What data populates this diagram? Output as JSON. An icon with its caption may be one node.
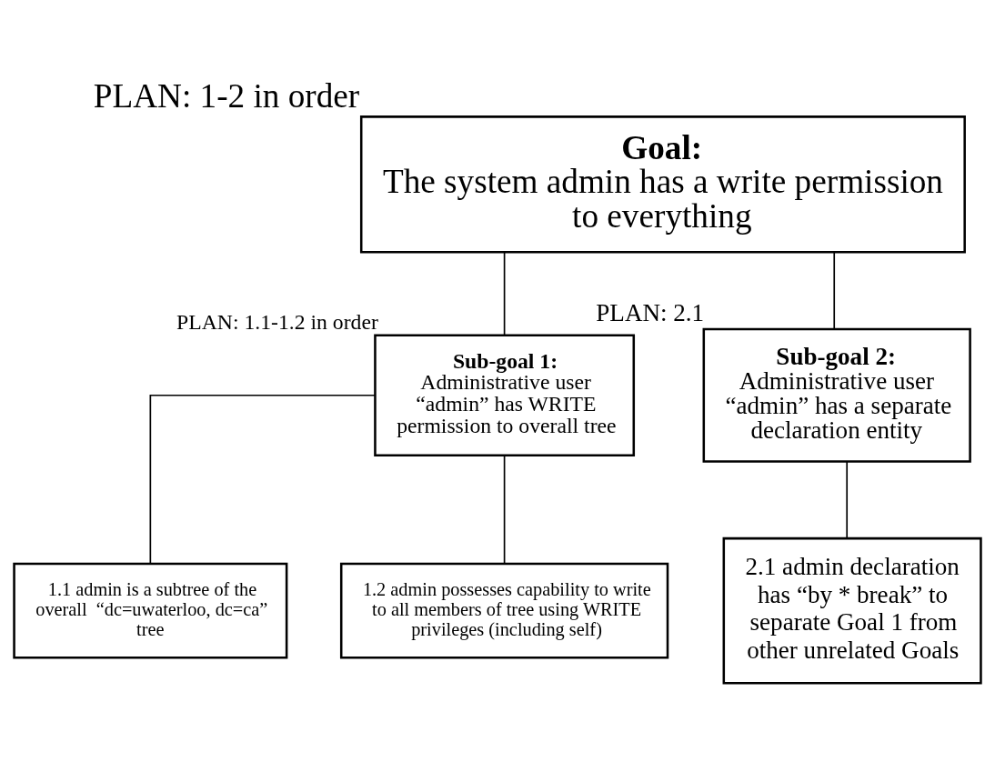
{
  "diagram": {
    "nodes": [
      {
        "text": [
          "Goal:",
          "The system admin has a write permission to everything"
        ],
        "beside": [
          "PLAN: 1-2 in order"
        ]
      },
      {
        "text": [
          "Sub-goal 1:",
          "Administrative user “admin” has WRITE permission to overall tree"
        ],
        "beside": [
          "PLAN: 1.1-1.2 in order"
        ]
      },
      {
        "text": [
          "Sub-goal 2:",
          "Administrative user “admin” has a separate declaration entity"
        ],
        "beside": [
          "PLAN: 2.1"
        ]
      },
      {
        "text": [
          "1.1 admin is a subtree of the overall  “dc=uwaterloo, dc=ca” tree"
        ]
      },
      {
        "text": [
          "1.2 admin possesses capability to write to all members of tree using WRITE privileges (including self)"
        ]
      },
      {
        "text": [
          "2.1 admin declaration has “by * break” to separate Goal 1 from other unrelated Goals"
        ]
      }
    ],
    "edges": [
      {
        "from": 0,
        "to": 1,
        "arrow": "none"
      },
      {
        "from": 0,
        "to": 2,
        "arrow": "none"
      },
      {
        "from": 1,
        "to": 3,
        "arrow": "none"
      },
      {
        "from": 1,
        "to": 4,
        "arrow": "none"
      },
      {
        "from": 2,
        "to": 5,
        "arrow": "none"
      }
    ]
  }
}
